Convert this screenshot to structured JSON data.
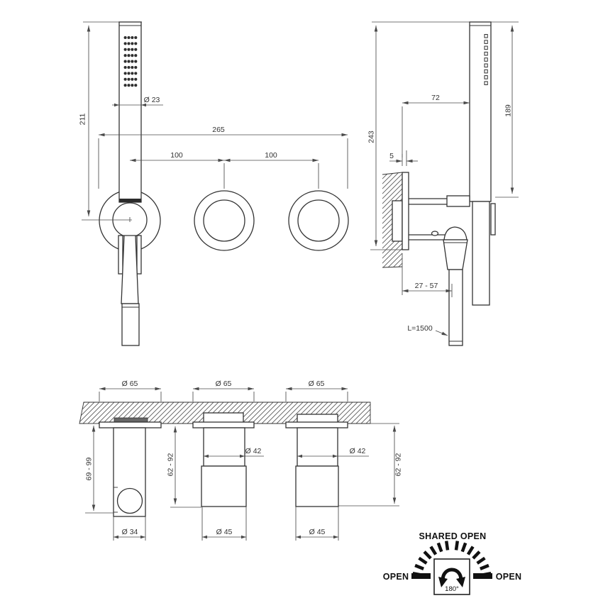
{
  "front_view": {
    "dim_height": "211",
    "dim_handle_diameter": "Ø 23",
    "dim_overall_width": "265",
    "dim_center_spacing_left": "100",
    "dim_center_spacing_right": "100"
  },
  "side_view": {
    "dim_overall_height": "243",
    "dim_wall_to_shower": "72",
    "dim_handshower_length": "189",
    "dim_plate_thickness": "5",
    "dim_wall_depth_range": "27 - 57",
    "hose_length": "L=1500"
  },
  "section_view": {
    "holder": {
      "dim_flange": "Ø 65",
      "dim_depth_range": "69 - 99",
      "dim_outlet": "Ø 34"
    },
    "valve_center": {
      "dim_flange": "Ø 65",
      "dim_depth_range": "62 - 92",
      "dim_stem": "Ø 42",
      "dim_body": "Ø 45"
    },
    "valve_right": {
      "dim_flange": "Ø 65",
      "dim_depth_range": "62 - 92",
      "dim_stem": "Ø 42",
      "dim_body": "Ø 45"
    }
  },
  "rotation_indicator": {
    "title": "SHARED OPEN",
    "open_left": "OPEN",
    "open_right": "OPEN",
    "angle": "180°"
  },
  "colors": {
    "line": "#333333",
    "dim": "#4a4a4a",
    "dark": "#111111"
  }
}
